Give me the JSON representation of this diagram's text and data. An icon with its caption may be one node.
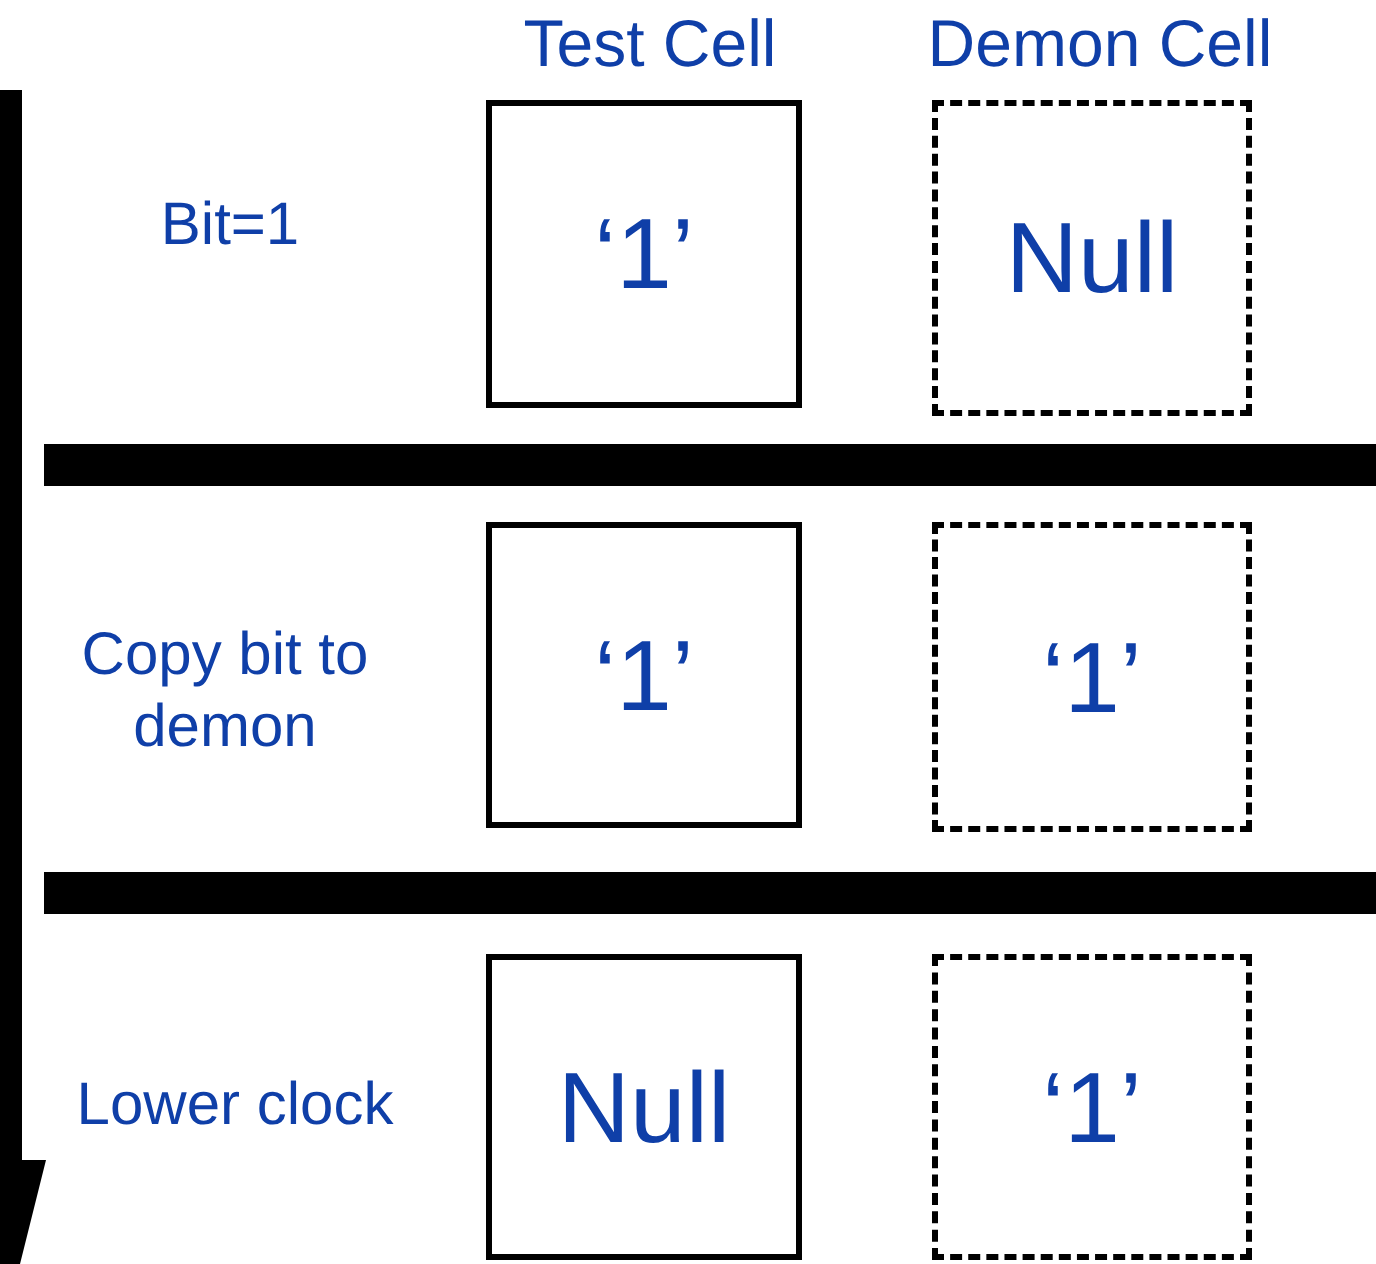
{
  "diagram": {
    "nodes": [
      {
        "text": [
          "‘1’"
        ]
      },
      {
        "text": [
          "Null"
        ]
      },
      {
        "text": [],
        "shape": "bar"
      },
      {
        "text": [
          "‘1’"
        ]
      },
      {
        "text": [
          "‘1’"
        ]
      },
      {
        "text": [],
        "shape": "bar"
      },
      {
        "text": [
          "Null"
        ]
      },
      {
        "text": [
          "‘1’"
        ]
      }
    ],
    "labels": [
      "Test Cell",
      "Demon Cell",
      "Bit=1",
      "Copy bit to demon",
      "Lower clock"
    ]
  }
}
